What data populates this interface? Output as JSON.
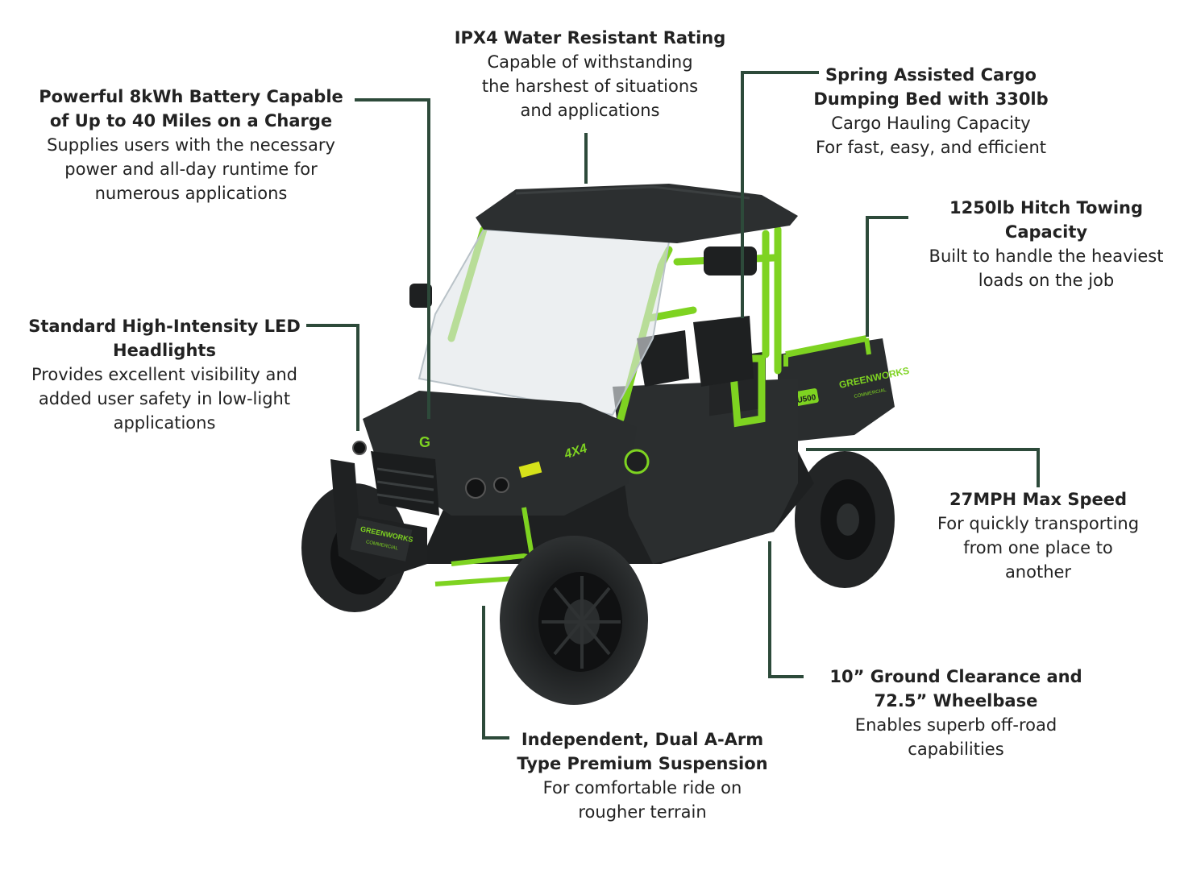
{
  "colors": {
    "leader": "#2d4a3a",
    "body": "#2a2d2e",
    "body_dark": "#1a1c1d",
    "accent": "#7ed321",
    "tire": "#232526",
    "glass": "#dfe4e8"
  },
  "vehicle": {
    "brand_hood": "G",
    "badge_4x4": "4X4",
    "brand_bed": "GREENWORKS",
    "brand_bed_sub": "COMMERCIAL",
    "model_badge": "CU500",
    "brand_bumper": "GREENWORKS",
    "brand_bumper_sub": "COMMERCIAL"
  },
  "callouts": [
    {
      "id": "ipx4",
      "title": "IPX4 Water Resistant Rating",
      "desc": [
        "Capable of withstanding",
        "the harshest of situations",
        "and applications"
      ]
    },
    {
      "id": "battery",
      "title": [
        "Powerful 8kWh Battery Capable",
        "of Up to 40 Miles on a Charge"
      ],
      "desc": [
        "Supplies users with the necessary",
        "power and all-day runtime for",
        "numerous applications"
      ]
    },
    {
      "id": "cargo",
      "title": [
        "Spring Assisted Cargo",
        "Dumping Bed with 330lb"
      ],
      "desc": [
        "Cargo Hauling Capacity",
        "For fast, easy, and efficient"
      ]
    },
    {
      "id": "hitch",
      "title": [
        "1250lb Hitch Towing",
        "Capacity"
      ],
      "desc": [
        "Built to handle the heaviest",
        "loads on the job"
      ]
    },
    {
      "id": "led",
      "title": [
        "Standard High-Intensity LED",
        "Headlights"
      ],
      "desc": [
        "Provides excellent visibility and",
        "added user safety in low-light",
        "applications"
      ]
    },
    {
      "id": "speed",
      "title": "27MPH Max Speed",
      "desc": [
        "For quickly transporting",
        "from one place to",
        "another"
      ]
    },
    {
      "id": "clearance",
      "title": [
        "10” Ground Clearance and",
        "72.5” Wheelbase"
      ],
      "desc": [
        "Enables superb off-road",
        "capabilities"
      ]
    },
    {
      "id": "suspension",
      "title": [
        "Independent, Dual A-Arm",
        "Type Premium Suspension"
      ],
      "desc": [
        "For comfortable ride on",
        "rougher terrain"
      ]
    }
  ]
}
